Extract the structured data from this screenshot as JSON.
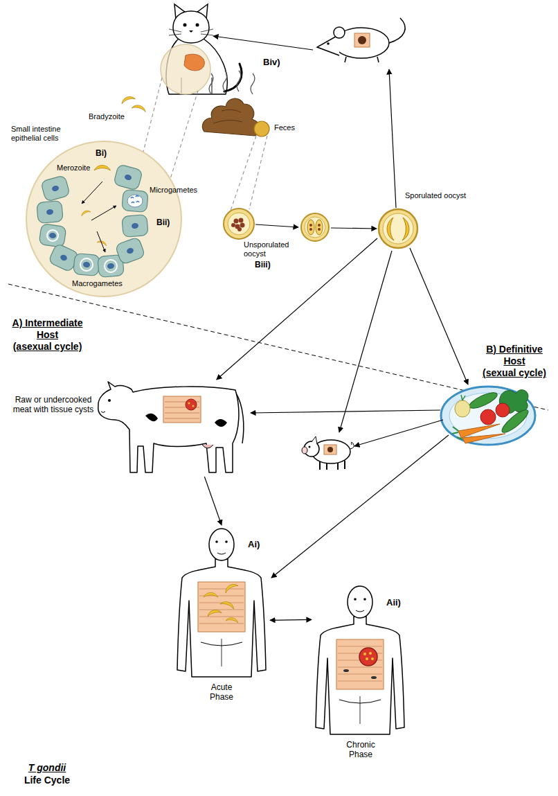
{
  "diagram": {
    "nodes": [
      {
        "text": [
          "Unsporulated oocyst",
          "Biii)"
        ]
      },
      {
        "text": [
          "Sporulated oocyst"
        ]
      },
      {
        "text": [
          "Raw or undercooked meat with tissue cysts"
        ]
      },
      {
        "text": [
          "Ai)",
          "Acute Phase"
        ]
      },
      {
        "text": [
          "Aii)",
          "Chronic Phase"
        ]
      }
    ],
    "edges": [
      {
        "from": 1,
        "to": 2,
        "arrow": "to"
      },
      {
        "from": 2,
        "to": 3,
        "arrow": "to"
      },
      {
        "from": 3,
        "to": 4,
        "arrow": "both"
      }
    ],
    "labels": [
      "Bradyzoite",
      "Small intestine epithelial cells",
      "Bi)",
      "Merozoite",
      "Microgametes",
      "Bii)",
      "Macrogametes",
      "Biv)",
      "Feces",
      "A) Intermediate Host",
      "(asexual cycle)",
      "B) Definitive Host",
      "(sexual cycle)",
      "T gondii",
      "Life Cycle"
    ]
  }
}
